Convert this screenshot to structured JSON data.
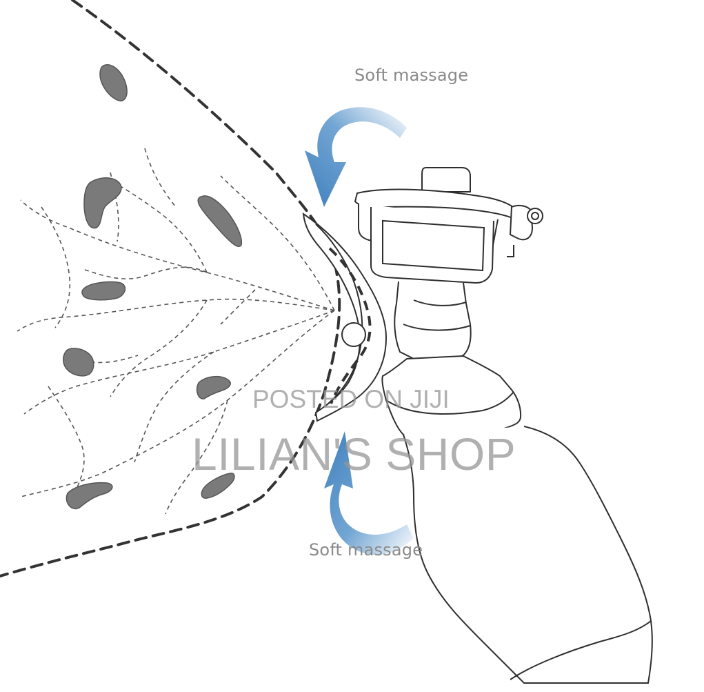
{
  "labels": {
    "top": "Soft massage",
    "bottom": "Soft massage"
  },
  "watermark": {
    "line1": "POSTED ON JIJI",
    "line2": "LILIAN'S SHOP"
  },
  "colors": {
    "arrow": "#4f8fc8",
    "line": "#333333",
    "ducts": "#777777",
    "label_text": "#8a8a8a",
    "watermark": "#9a9a9a"
  }
}
